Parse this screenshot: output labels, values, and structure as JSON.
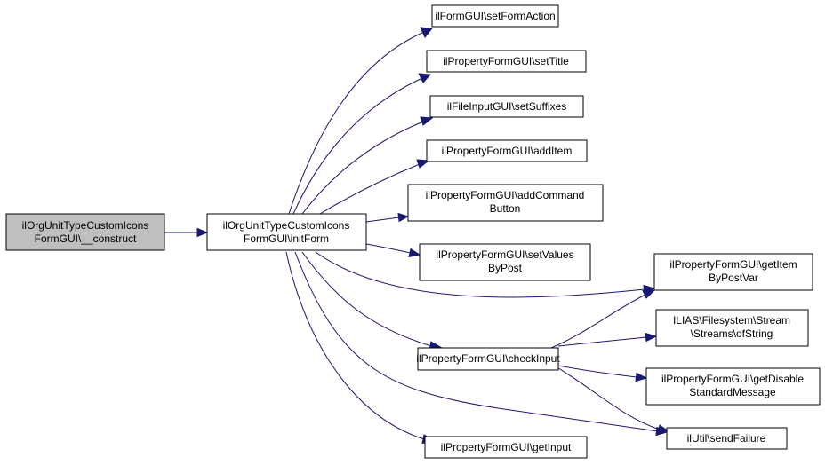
{
  "colors": {
    "edge": "#191970",
    "root_fill": "#bfbfbf",
    "node_fill": "#ffffff",
    "border": "#000000"
  },
  "nodes": {
    "construct": [
      "ilOrgUnitTypeCustomIcons",
      "FormGUI\\__construct"
    ],
    "initForm": [
      "ilOrgUnitTypeCustomIcons",
      "FormGUI\\initForm"
    ],
    "setFormAction": [
      "ilFormGUI\\setFormAction"
    ],
    "setTitle": [
      "ilPropertyFormGUI\\setTitle"
    ],
    "setSuffixes": [
      "ilFileInputGUI\\setSuffixes"
    ],
    "addItem": [
      "ilPropertyFormGUI\\addItem"
    ],
    "addCommandButton": [
      "ilPropertyFormGUI\\addCommand",
      "Button"
    ],
    "setValuesByPost": [
      "ilPropertyFormGUI\\setValues",
      "ByPost"
    ],
    "getItemByPostVar": [
      "ilPropertyFormGUI\\getItem",
      "ByPostVar"
    ],
    "ofString": [
      "ILIAS\\Filesystem\\Stream",
      "\\Streams\\ofString"
    ],
    "checkInput": [
      "ilPropertyFormGUI\\checkInput"
    ],
    "getDisableStandardMessage": [
      "ilPropertyFormGUI\\getDisable",
      "StandardMessage"
    ],
    "sendFailure": [
      "ilUtil\\sendFailure"
    ],
    "getInput": [
      "ilPropertyFormGUI\\getInput"
    ]
  }
}
